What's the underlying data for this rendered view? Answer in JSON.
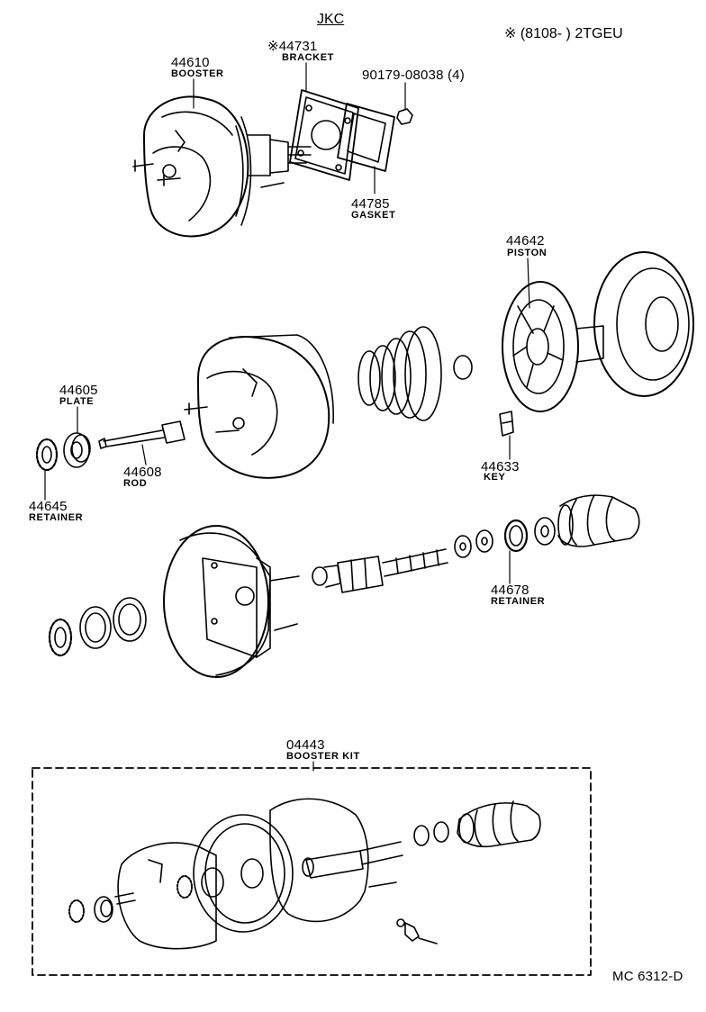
{
  "header": {
    "model": "JKC",
    "applicability": "※ (8108-      ) 2TGEU"
  },
  "parts": [
    {
      "key": "booster",
      "number": "44610",
      "name": "BOOSTER"
    },
    {
      "key": "bracket",
      "number": "※44731",
      "name": "BRACKET"
    },
    {
      "key": "nut",
      "number": "90179-08038 (4)",
      "name": ""
    },
    {
      "key": "gasket",
      "number": "44785",
      "name": "GASKET"
    },
    {
      "key": "piston",
      "number": "44642",
      "name": "PISTON"
    },
    {
      "key": "plate",
      "number": "44605",
      "name": "PLATE"
    },
    {
      "key": "rod",
      "number": "44608",
      "name": "ROD"
    },
    {
      "key": "retainer-front",
      "number": "44645",
      "name": "RETAINER"
    },
    {
      "key": "key",
      "number": "44633",
      "name": "KEY"
    },
    {
      "key": "retainer-rear",
      "number": "44678",
      "name": "RETAINER"
    },
    {
      "key": "booster-kit",
      "number": "04443",
      "name": "BOOSTER KIT"
    }
  ],
  "footer": {
    "code": "MC 6312-D"
  }
}
